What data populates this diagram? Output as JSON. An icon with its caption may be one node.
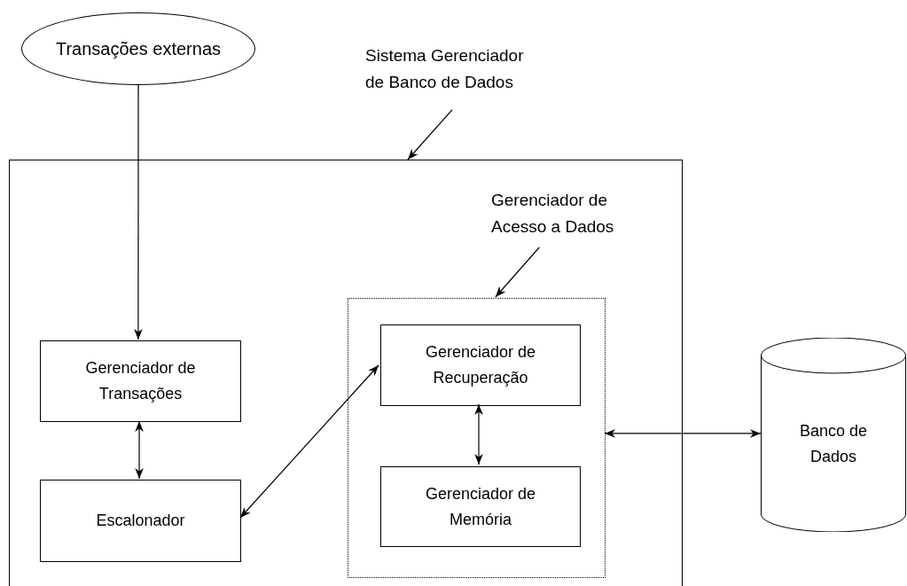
{
  "diagram": {
    "nodes": [
      {
        "text": [
          "Transações externas"
        ]
      },
      {
        "text": [
          "Sistema Gerenciador de Banco de Dados"
        ]
      },
      {
        "text": [],
        "shape": "box"
      },
      {
        "text": [
          "Gerenciador de Acesso a Dados"
        ],
        "in": 2
      },
      {
        "text": [],
        "shape": "box",
        "in": 2
      },
      {
        "text": [
          "Gerenciador de Transações"
        ],
        "in": 2
      },
      {
        "text": [
          "Escalonador"
        ],
        "in": 2
      },
      {
        "text": [
          "Gerenciador de Recuperação"
        ],
        "in": 4
      },
      {
        "text": [
          "Gerenciador de Memória"
        ],
        "in": 4
      },
      {
        "text": [
          "Banco de Dados"
        ]
      }
    ],
    "edges": [
      {
        "from": 0,
        "to": 5,
        "arrow": "to"
      },
      {
        "from": 1,
        "to": 2,
        "arrow": "to"
      },
      {
        "from": 3,
        "to": 4,
        "arrow": "to"
      },
      {
        "from": 5,
        "to": 6,
        "arrow": "both"
      },
      {
        "from": 6,
        "to": 7,
        "arrow": "both"
      },
      {
        "from": 7,
        "to": 8,
        "arrow": "both"
      },
      {
        "from": 4,
        "to": 9,
        "arrow": "both"
      }
    ]
  }
}
